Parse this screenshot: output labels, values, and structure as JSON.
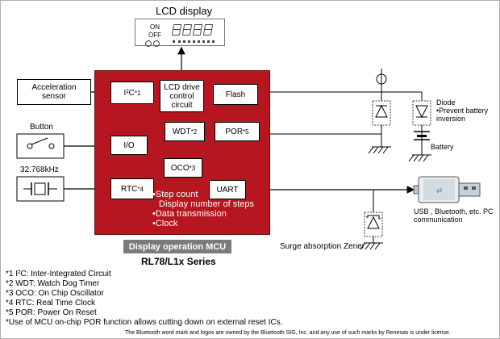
{
  "lcd": {
    "title": "LCD display",
    "on": "ON",
    "off": "OFF"
  },
  "peripherals": {
    "accel": "Acceleration sensor",
    "button": "Button",
    "crystal_freq": "32.768kHz",
    "diode_title": "Diode",
    "diode_desc": "•Prevent battery inversion",
    "battery": "Battery",
    "usb": "USB , Bluetooth, etc. PC communication",
    "zener": "Surge absorption Zener"
  },
  "mcu": {
    "blocks": {
      "i2c": "I²C",
      "i2c_mark": "*1",
      "lcd_drive": "LCD drive control circuit",
      "flash": "Flash",
      "wdt": "WDT",
      "wdt_mark": "*2",
      "por": "POR",
      "por_mark": "*5",
      "io": "I/O",
      "oco": "OCO",
      "oco_mark": "*3",
      "rtc": "RTC",
      "rtc_mark": "*4",
      "uart": "UART"
    },
    "functions": [
      "•Step count",
      "Display number of steps",
      "•Data transmission",
      "•Clock"
    ],
    "label": "Display operation MCU",
    "series": "RL78/L1x Series"
  },
  "notes": [
    "*1 I²C: Inter-Integrated Circuit",
    "*2 WDT: Watch Dog Timer",
    "*3 OCO: On Chip Oscillator",
    "*4 RTC: Real Time Clock",
    "*5 POR: Power On Reset",
    "*Use of MCU on-chip POR function allows cutting down on external reset ICs."
  ],
  "footer": "The Bluetooth word mark and logos are owned by the Bluetooth SIG, Inc. and any use of such marks by Renesas is under license.",
  "colors": {
    "mcu_fill": "#b5161f",
    "label_fill": "#7b7b7b",
    "usb_plug": "#5a8fb0"
  }
}
